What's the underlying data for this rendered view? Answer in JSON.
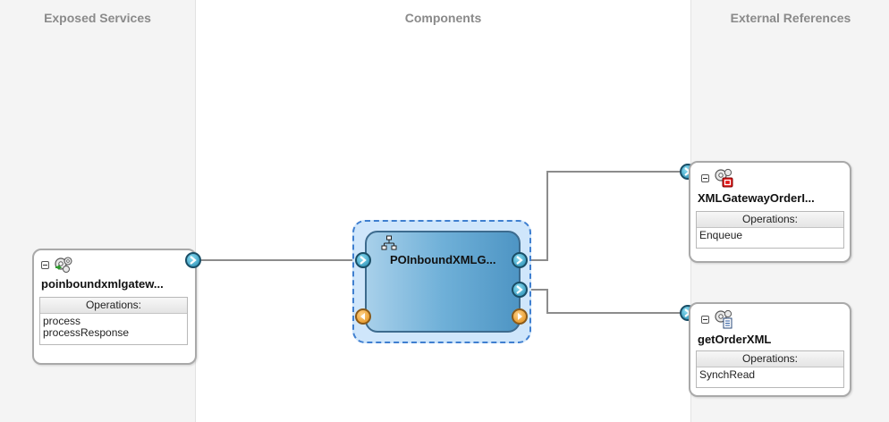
{
  "lanes": {
    "left": "Exposed Services",
    "middle": "Components",
    "right": "External References"
  },
  "service": {
    "name": "poinboundxmlgatew...",
    "ops_header": "Operations:",
    "operations": [
      "process",
      "processResponse"
    ]
  },
  "component": {
    "name": "POInboundXMLG..."
  },
  "ref_enqueue": {
    "name": "XMLGatewayOrderI...",
    "ops_header": "Operations:",
    "operations": [
      "Enqueue"
    ]
  },
  "ref_getorder": {
    "name": "getOrderXML",
    "ops_header": "Operations:",
    "operations": [
      "SynchRead"
    ]
  },
  "colors": {
    "wire": "#8c8c8c",
    "lane_bg": "#f4f4f4",
    "component_fill": "#6fb0d8",
    "selection_border": "#3f7fd0",
    "port": "#1e86ad"
  },
  "icons": {
    "service": "gear-cluster-icon",
    "component": "hierarchy-icon",
    "ref_enqueue": "gear-queue-adapter-icon",
    "ref_getorder": "gear-file-adapter-icon"
  }
}
